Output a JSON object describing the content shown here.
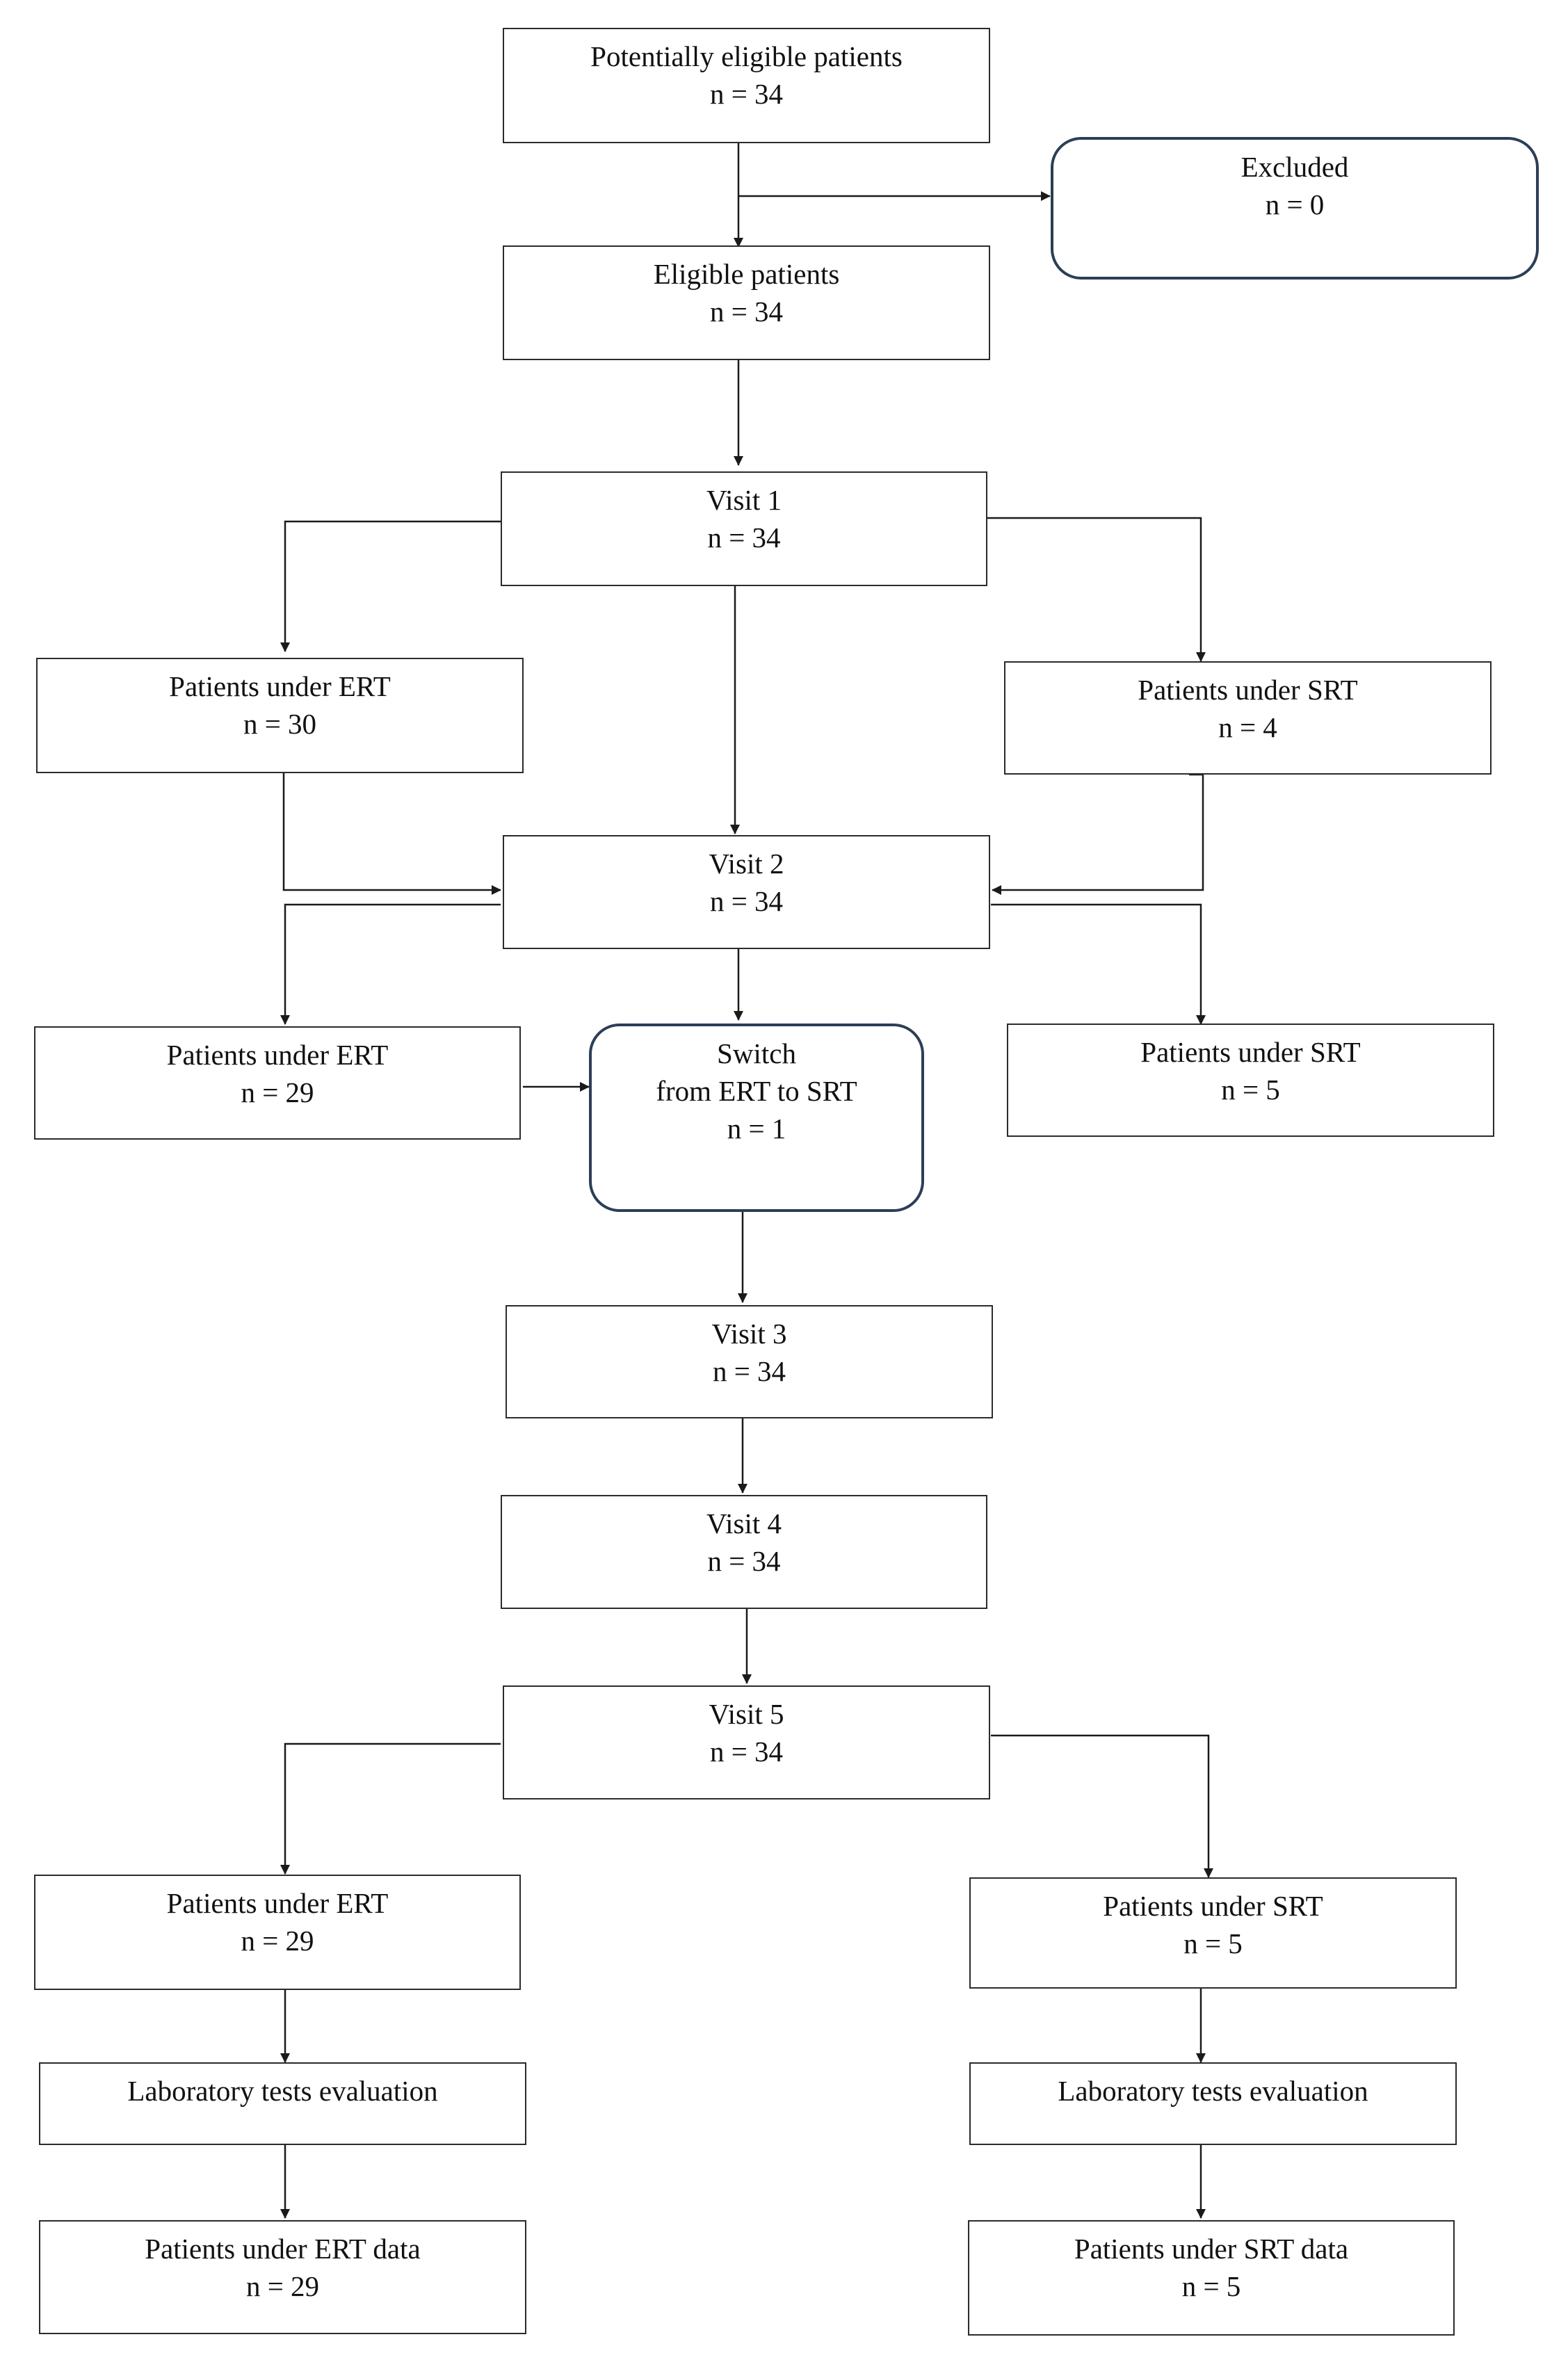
{
  "nodes": {
    "potentially_eligible": {
      "label": "Potentially eligible patients",
      "count": "n = 34"
    },
    "excluded": {
      "label": "Excluded",
      "count": "n = 0"
    },
    "eligible": {
      "label": "Eligible patients",
      "count": "n = 34"
    },
    "visit1": {
      "label": "Visit 1",
      "count": "n = 34"
    },
    "ert_v1": {
      "label": "Patients under ERT",
      "count": "n = 30"
    },
    "srt_v1": {
      "label": "Patients under SRT",
      "count": "n = 4"
    },
    "visit2": {
      "label": "Visit 2",
      "count": "n = 34"
    },
    "ert_v2": {
      "label": "Patients under ERT",
      "count": "n = 29"
    },
    "switch": {
      "label1": "Switch",
      "label2": "from ERT to SRT",
      "count": "n = 1"
    },
    "srt_v2": {
      "label": "Patients under SRT",
      "count": "n = 5"
    },
    "visit3": {
      "label": "Visit 3",
      "count": "n = 34"
    },
    "visit4": {
      "label": "Visit 4",
      "count": "n = 34"
    },
    "visit5": {
      "label": "Visit 5",
      "count": "n = 34"
    },
    "ert_v5": {
      "label": "Patients under ERT",
      "count": "n = 29"
    },
    "srt_v5": {
      "label": "Patients under SRT",
      "count": "n = 5"
    },
    "lab_ert": {
      "label": "Laboratory tests evaluation"
    },
    "lab_srt": {
      "label": "Laboratory tests evaluation"
    },
    "ert_data": {
      "label": "Patients under ERT data",
      "count": "n = 29"
    },
    "srt_data": {
      "label": "Patients under SRT data",
      "count": "n = 5"
    }
  },
  "colors": {
    "line": "#1a1a1a",
    "box_border": "#2b2b2b",
    "rounded_border": "#2b3f55"
  }
}
